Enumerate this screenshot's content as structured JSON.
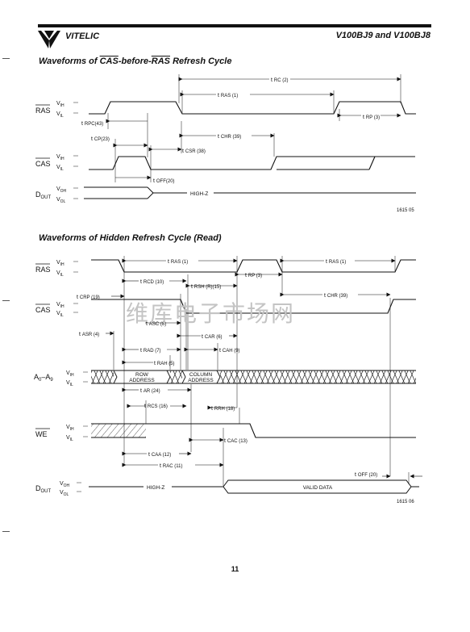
{
  "header": {
    "brand": "VITELIC",
    "doc_title": "V100BJ9 and V100BJ8"
  },
  "section1": {
    "title_prefix": "Waveforms of ",
    "title_cas": "CAS",
    "title_mid": "-before-",
    "title_ras": "RAS",
    "title_suffix": " Refresh Cycle",
    "signals": {
      "ras": "RAS",
      "cas": "CAS",
      "dout_base": "D",
      "dout_sub": "OUT"
    },
    "levels": {
      "vih": "IH",
      "vil": "IL",
      "voh": "OH",
      "vol": "OL"
    },
    "timing": {
      "trc": "RC (2)",
      "tras": "RAS (1)",
      "trp": "RP (3)",
      "trpc": "RPC(43)",
      "tcp": "CP(23)",
      "tchr": "CHR (39)",
      "tcsr": "CSR (38)",
      "toff": "OFF(20)"
    },
    "highz": "HIGH-Z",
    "fig_id": "1615 05"
  },
  "section2": {
    "title": "Waveforms of Hidden Refresh Cycle (Read)",
    "signals": {
      "ras": "RAS",
      "cas": "CAS",
      "addr_base": "A",
      "addr_from_sub": "0",
      "addr_dash": "–A",
      "addr_to_sub": "9",
      "we": "WE",
      "dout_base": "D",
      "dout_sub": "OUT"
    },
    "levels": {
      "vih": "IH",
      "vil": "IL",
      "voh": "OH",
      "vol": "OL"
    },
    "timing": {
      "tras": "RAS (1)",
      "tras2": "RAS (1)",
      "trcd": "RCD (10)",
      "trsh": "RSH (R)(15)",
      "trp": "RP (3)",
      "tcrp": "CRP (19)",
      "tchr": "CHR (39)",
      "tasc": "ASC (8)",
      "tasr": "ASR (4)",
      "tcar": "CAR (6)",
      "trad": "RAD (7)",
      "tcah": "CAH (9)",
      "trah": "RAH (5)",
      "tar": "AR (24)",
      "trcs": "RCS (16)",
      "trrh": "RRH (18)",
      "tcac": "CAC (13)",
      "tcaa": "CAA (12)",
      "trac": "RAC (11)",
      "toff": "OFF (20)"
    },
    "row_address": [
      "ROW",
      "ADDRESS"
    ],
    "column_address": [
      "COLUMN",
      "ADDRESS"
    ],
    "highz": "HIGH-Z",
    "valid_data": "VALID DATA",
    "fig_id": "1615 06"
  },
  "watermark": "维库电子市场网",
  "page_number": "11"
}
